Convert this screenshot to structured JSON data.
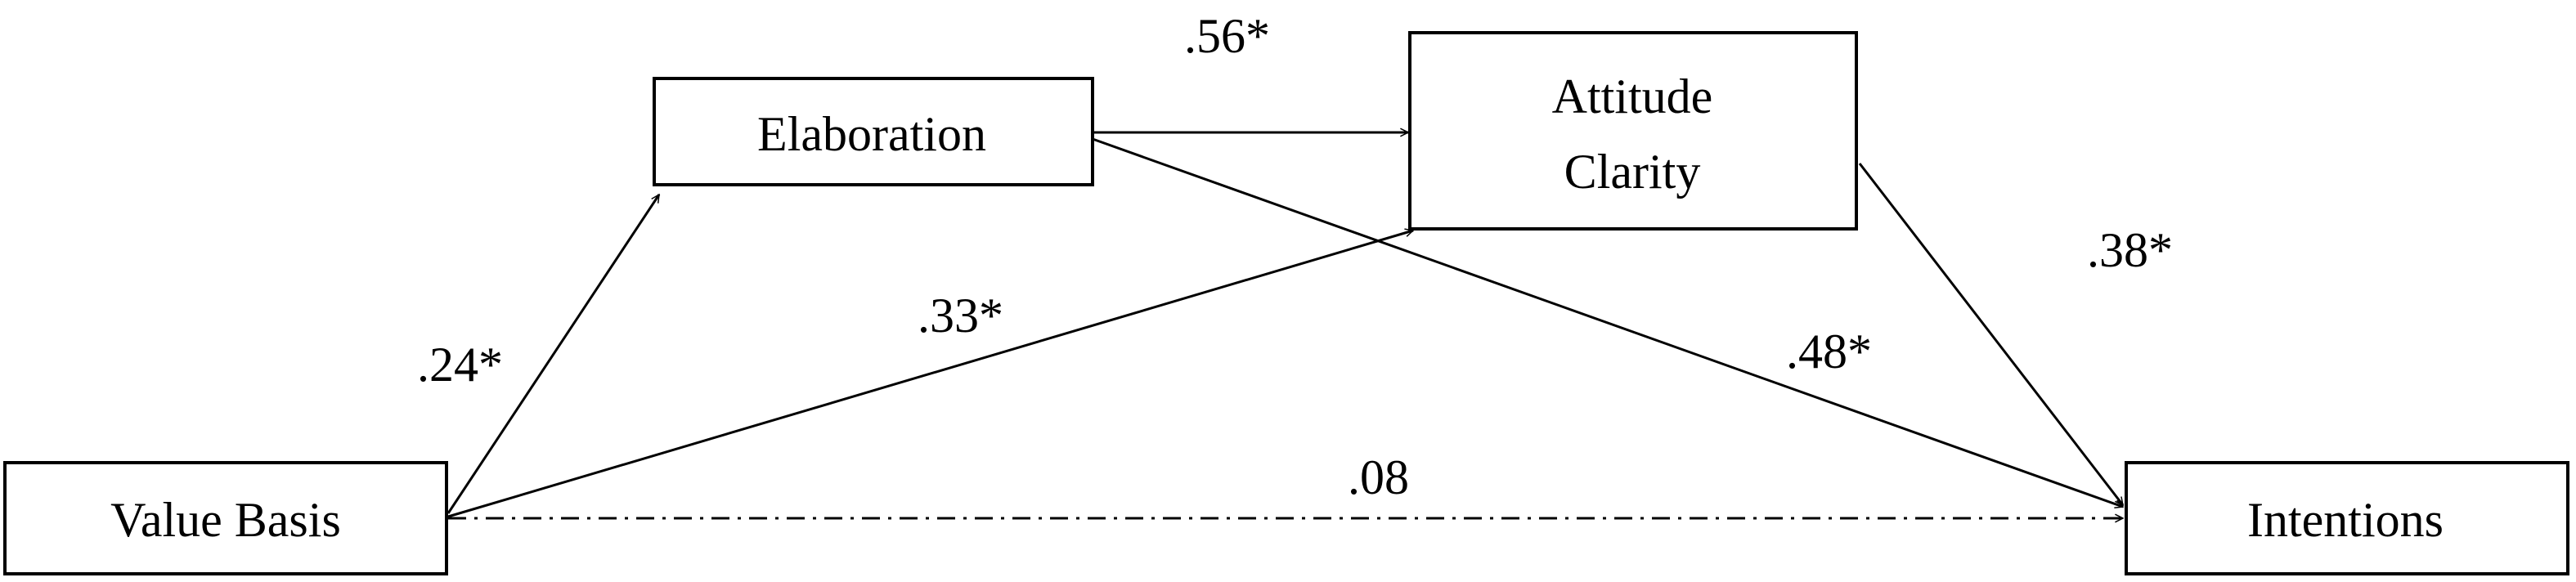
{
  "nodes": {
    "value_basis": "Value Basis",
    "elaboration": "Elaboration",
    "attitude_clarity_line1": "Attitude",
    "attitude_clarity_line2": "Clarity",
    "intentions": "Intentions"
  },
  "paths": {
    "value_to_elaboration": ".24*",
    "elaboration_to_clarity": ".56*",
    "value_to_clarity": ".33*",
    "elaboration_to_intentions": ".48*",
    "clarity_to_intentions": ".38*",
    "value_to_intentions": ".08"
  },
  "colors": {
    "stroke": "#000000",
    "background": "#ffffff"
  }
}
